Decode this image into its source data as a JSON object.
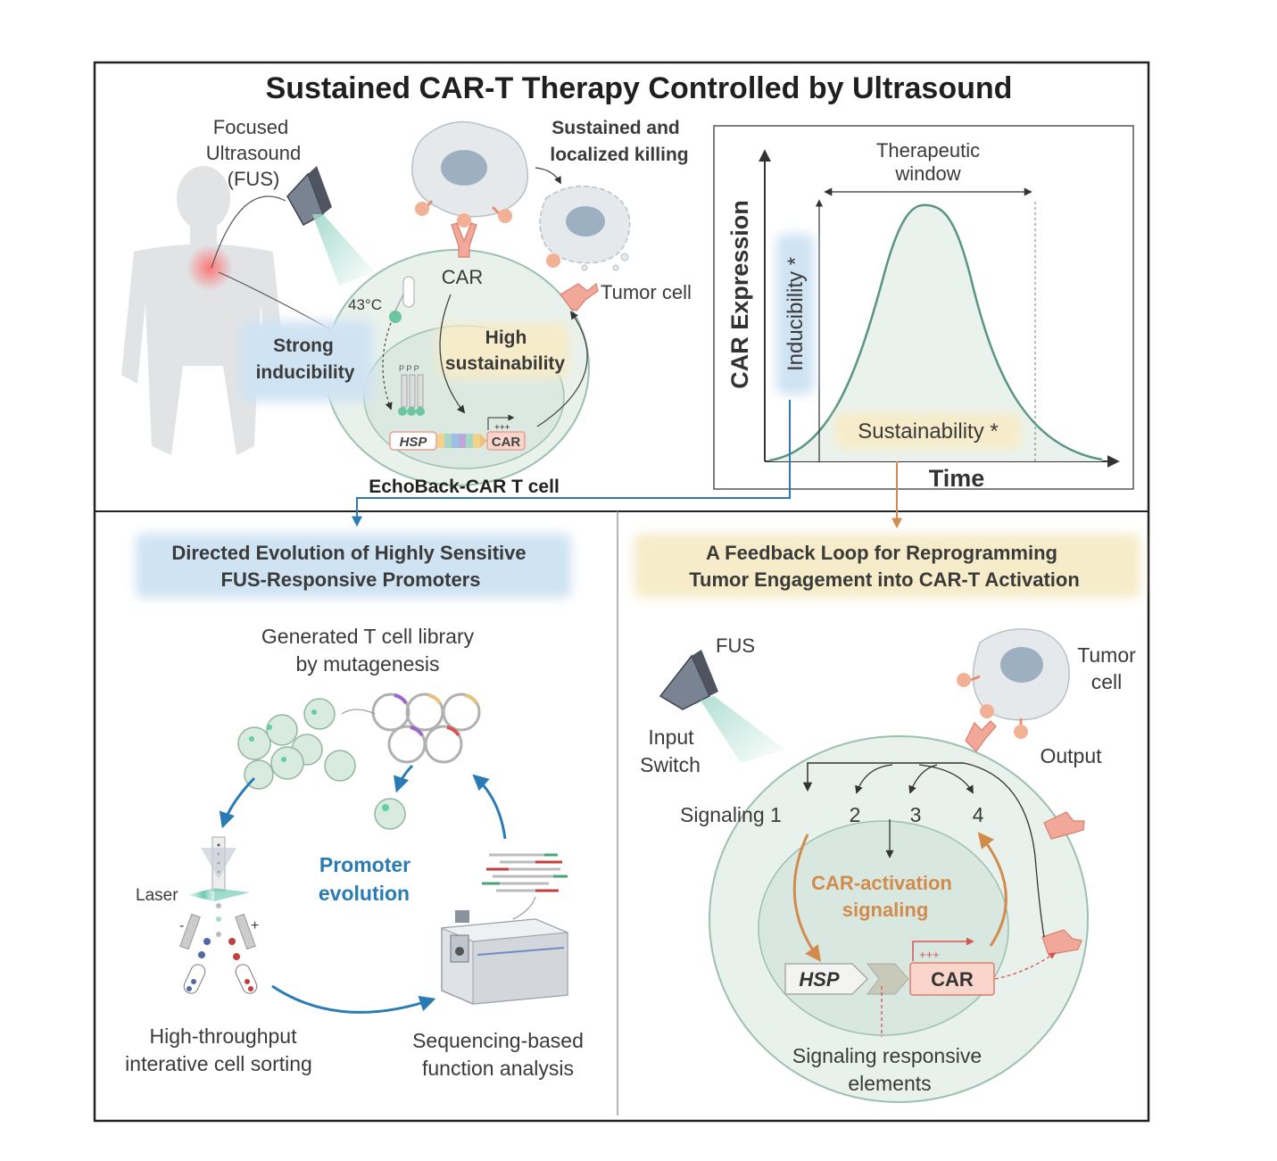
{
  "title": "Sustained CAR-T Therapy Controlled by Ultrasound",
  "top_left": {
    "fus_line1": "Focused",
    "fus_line2": "Ultrasound",
    "fus_line3": "(FUS)",
    "killing_line1": "Sustained and",
    "killing_line2": "localized killing",
    "car": "CAR",
    "tumor_cell": "Tumor cell",
    "temperature": "43°C",
    "strong_line1": "Strong",
    "strong_line2": "inducibility",
    "high_line1": "High",
    "high_line2": "sustainability",
    "hsp": "HSP",
    "car_gene": "CAR",
    "plus": "+++",
    "phospho": "P P P",
    "cell_label": "EchoBack-CAR T cell"
  },
  "top_right_chart": {
    "window_line1": "Therapeutic",
    "window_line2": "window",
    "ylabel": "CAR Expression",
    "xlabel": "Time",
    "inducibility": "Inducibility *",
    "sustainability": "Sustainability *"
  },
  "bottom_left": {
    "header_line1": "Directed Evolution of Highly Sensitive",
    "header_line2": "FUS-Responsive Promoters",
    "library_line1": "Generated T cell library",
    "library_line2": "by mutagenesis",
    "laser": "Laser",
    "minus": "-",
    "plus": "+",
    "evolution_line1": "Promoter",
    "evolution_line2": "evolution",
    "sorting_line1": "High-throughput",
    "sorting_line2": "interative cell sorting",
    "seq_line1": "Sequencing-based",
    "seq_line2": "function analysis"
  },
  "bottom_right": {
    "header_line1": "A Feedback Loop for Reprogramming",
    "header_line2": "Tumor Engagement into CAR-T Activation",
    "fus": "FUS",
    "input_line1": "Input",
    "input_line2": "Switch",
    "tumor_line1": "Tumor",
    "tumor_line2": "cell",
    "output": "Output",
    "sig1": "Signaling 1",
    "sig2": "2",
    "sig3": "3",
    "sig4": "4",
    "activation_line1": "CAR-activation",
    "activation_line2": "signaling",
    "hsp": "HSP",
    "car": "CAR",
    "plus": "+++",
    "elements_line1": "Signaling responsive",
    "elements_line2": "elements"
  },
  "colors": {
    "blue_band": "#cfe3f3",
    "yellow_band": "#f6ecc9",
    "cell_green": "#e4efe9",
    "car_pink": "#f2a898",
    "arrow_blue": "#2a7bb5",
    "arrow_orange": "#d28b4c"
  }
}
